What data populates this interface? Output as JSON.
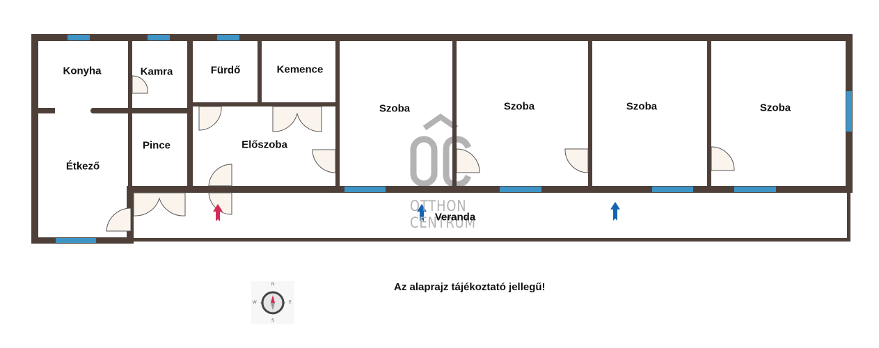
{
  "colors": {
    "wall": "#4e4039",
    "window": "#3e94c4",
    "door_fill": "#fbf4ec",
    "entrance_arrow": "#d42a58",
    "direction_arrow": "#1565b0",
    "watermark": "#b3b3b3"
  },
  "rooms": [
    {
      "id": "konyha",
      "label": "Konyha"
    },
    {
      "id": "kamra",
      "label": "Kamra"
    },
    {
      "id": "furdo",
      "label": "Fürdő"
    },
    {
      "id": "kemence",
      "label": "Kemence"
    },
    {
      "id": "szoba1",
      "label": "Szoba"
    },
    {
      "id": "szoba2",
      "label": "Szoba"
    },
    {
      "id": "szoba3",
      "label": "Szoba"
    },
    {
      "id": "szoba4",
      "label": "Szoba"
    },
    {
      "id": "etkezo",
      "label": "Étkező"
    },
    {
      "id": "pince",
      "label": "Pince"
    },
    {
      "id": "eloszoba",
      "label": "Előszoba"
    },
    {
      "id": "veranda",
      "label": "Veranda"
    }
  ],
  "watermark": {
    "line1": "OTTHON",
    "line2": "CENTRUM"
  },
  "compass": {
    "n": "N",
    "e": "E",
    "s": "S",
    "w": "W"
  },
  "disclaimer": "Az alaprajz tájékoztató jellegű!"
}
